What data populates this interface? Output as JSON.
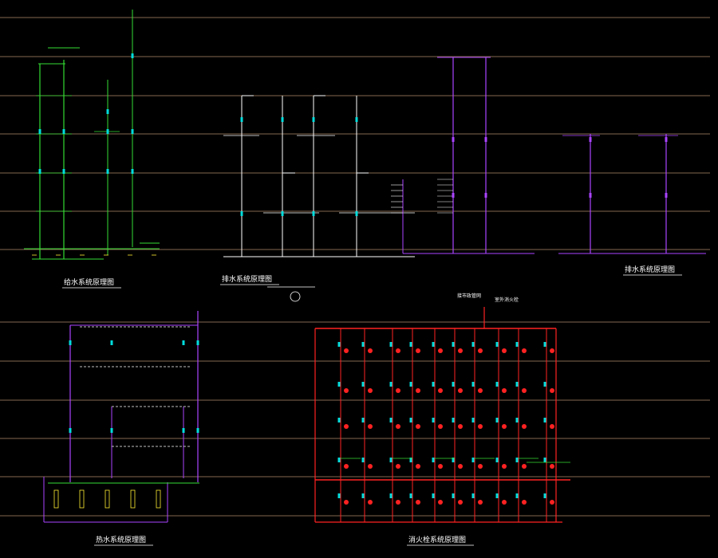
{
  "drawing": {
    "background": "#000000",
    "colors": {
      "level_line": "#b08a6a",
      "supply": "#33dd33",
      "drain": "#ffffff",
      "vent": "#aa44ff",
      "fire": "#ff2222",
      "riser_marker": "#00dddd",
      "label": "#ffffff",
      "title": "#ffffff",
      "accent": "#ffee33"
    },
    "titles": {
      "supply_system": "给水系统原理图",
      "drain_system_left": "排水系统原理图",
      "drain_system_right": "排水系统原理图",
      "hot_water_system": "热水系统原理图",
      "fire_system": "消火栓系统原理图"
    },
    "callouts": {
      "fire_inlet": "室外消火栓",
      "fire_main_note": "接市政管网"
    },
    "icons": [
      "fire-hydrant-icon",
      "valve-icon",
      "meter-circle-icon",
      "riser-marker-icon"
    ]
  }
}
